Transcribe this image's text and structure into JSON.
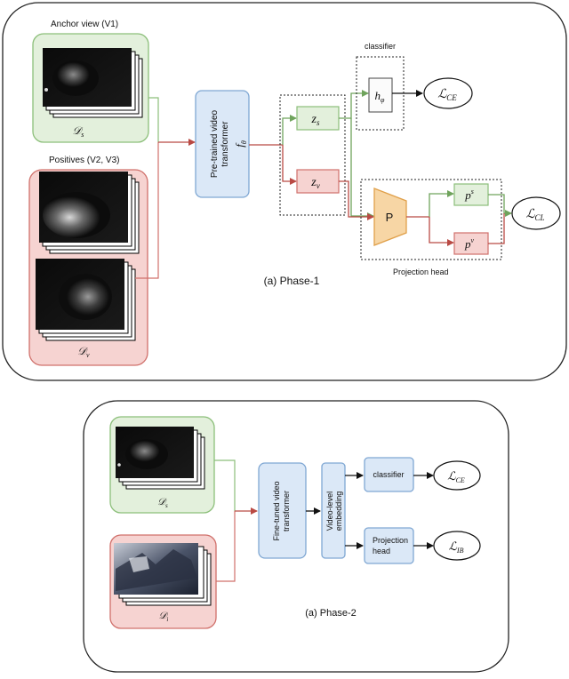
{
  "phase1": {
    "caption": "(a) Phase-1",
    "anchor_label": "Anchor view (V1)",
    "positives_label": "Positives (V2, V3)",
    "dataset_s": "𝒟",
    "dataset_s_sub": "s",
    "dataset_v": "𝒟",
    "dataset_v_sub": "v",
    "transformer_line1": "Pre-trained video",
    "transformer_line2": "transformer",
    "f_symbol": "f",
    "f_sub": "θ",
    "z_s": "z",
    "z_s_sub": "s",
    "z_v": "z",
    "z_v_sub": "v",
    "classifier_label": "classifier",
    "h_symbol": "h",
    "h_sub": "φ",
    "projector": "P",
    "p_s": "p",
    "p_s_sup": "s",
    "p_v": "p",
    "p_v_sup": "v",
    "projection_head_label": "Projection head",
    "loss_ce": "ℒ",
    "loss_ce_sub": "CE",
    "loss_cl": "ℒ",
    "loss_cl_sub": "CL"
  },
  "phase2": {
    "caption": "(a) Phase-2",
    "dataset_s": "𝒟",
    "dataset_s_sub": "s",
    "dataset_i": "𝒟",
    "dataset_i_sub": "i",
    "transformer_line1": "Fine-tuned video",
    "transformer_line2": "transformer",
    "embedding_line1": "Video-level",
    "embedding_line2": "embedding",
    "classifier_label": "classifier",
    "projection_line1": "Projection",
    "projection_line2": "head",
    "loss_ce": "ℒ",
    "loss_ce_sub": "CE",
    "loss_ib": "ℒ",
    "loss_ib_sub": "IB"
  },
  "colors": {
    "green_fill": "#e3f0dc",
    "green_stroke": "#8cbf7a",
    "red_fill": "#f6d3d1",
    "red_stroke": "#d0706b",
    "blue_fill": "#dbe8f7",
    "blue_stroke": "#7fa7d3",
    "orange_fill": "#f7d6a5",
    "orange_stroke": "#e0a04a",
    "green_arrow": "#6fa35c",
    "red_arrow": "#b94a44"
  }
}
